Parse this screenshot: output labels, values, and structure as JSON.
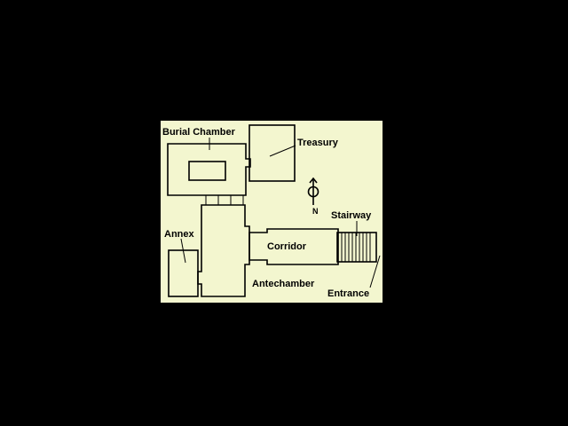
{
  "diagram": {
    "background": "#f3f6cf",
    "page_background": "#000000",
    "line_color": "#000000",
    "rooms": {
      "burial_chamber": "Burial Chamber",
      "treasury": "Treasury",
      "annex": "Annex",
      "corridor": "Corridor",
      "antechamber": "Antechamber",
      "stairway": "Stairway",
      "entrance": "Entrance"
    },
    "compass": {
      "icon": "north-arrow-icon",
      "label": "N"
    }
  }
}
